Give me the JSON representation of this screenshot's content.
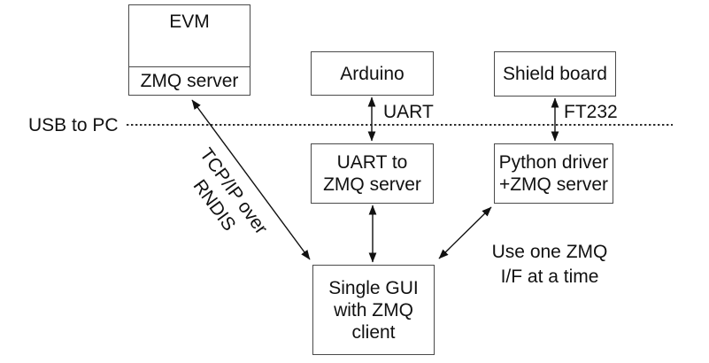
{
  "diagram": {
    "boxes": {
      "evm": {
        "title": "EVM",
        "section": "ZMQ server"
      },
      "arduino": {
        "label": "Arduino"
      },
      "shield_board": {
        "label": "Shield board"
      },
      "uart_zmq_server": {
        "line1": "UART to",
        "line2": "ZMQ server"
      },
      "python_driver": {
        "line1": "Python driver",
        "line2": "+ZMQ server"
      },
      "single_gui": {
        "line1": "Single GUI",
        "line2": "with ZMQ",
        "line3": "client"
      }
    },
    "edge_labels": {
      "usb_to_pc": "USB to PC",
      "uart": "UART",
      "ft232": "FT232",
      "tcpip_line1": "TCP/IP over",
      "tcpip_line2": "RNDIS"
    },
    "notes": {
      "zmq_note_line1": "Use one ZMQ",
      "zmq_note_line2": "I/F at a time"
    },
    "colors": {
      "background": "#ffffff",
      "box_border": "#4a4a4a",
      "text": "#111111",
      "arrow": "#111111"
    }
  }
}
